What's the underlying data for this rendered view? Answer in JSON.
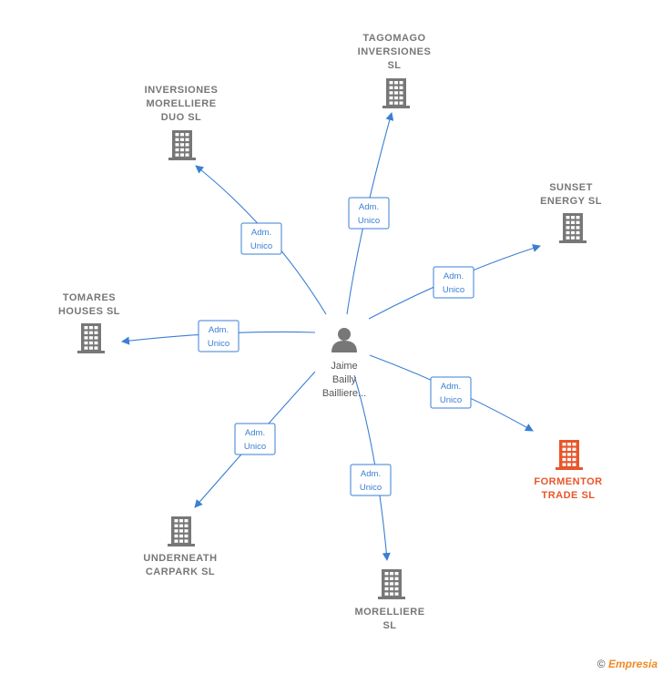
{
  "center": {
    "name_lines": [
      "Jaime",
      "Bailly",
      "Bailliere..."
    ],
    "icon": "person-icon"
  },
  "nodes": [
    {
      "id": "tagomago",
      "label_lines": [
        "TAGOMAGO",
        "INVERSIONES",
        "SL"
      ],
      "icon": "building-icon",
      "highlight": false,
      "edge_label": [
        "Adm.",
        "Unico"
      ]
    },
    {
      "id": "inversiones-morelliere-duo",
      "label_lines": [
        "INVERSIONES",
        "MORELLIERE",
        "DUO  SL"
      ],
      "icon": "building-icon",
      "highlight": false,
      "edge_label": [
        "Adm.",
        "Unico"
      ]
    },
    {
      "id": "sunset-energy",
      "label_lines": [
        "SUNSET",
        "ENERGY  SL"
      ],
      "icon": "building-icon",
      "highlight": false,
      "edge_label": [
        "Adm.",
        "Unico"
      ]
    },
    {
      "id": "tomares-houses",
      "label_lines": [
        "TOMARES",
        "HOUSES  SL"
      ],
      "icon": "building-icon",
      "highlight": false,
      "edge_label": [
        "Adm.",
        "Unico"
      ]
    },
    {
      "id": "formentor-trade",
      "label_lines": [
        "FORMENTOR",
        "TRADE  SL"
      ],
      "icon": "building-icon",
      "highlight": true,
      "edge_label": [
        "Adm.",
        "Unico"
      ]
    },
    {
      "id": "underneath-carpark",
      "label_lines": [
        "UNDERNEATH",
        "CARPARK  SL"
      ],
      "icon": "building-icon",
      "highlight": false,
      "edge_label": [
        "Adm.",
        "Unico"
      ]
    },
    {
      "id": "morelliere",
      "label_lines": [
        "MORELLIERE",
        "SL"
      ],
      "icon": "building-icon",
      "highlight": false,
      "edge_label": [
        "Adm.",
        "Unico"
      ]
    }
  ],
  "colors": {
    "edge": "#3a7fd4",
    "building": "#777777",
    "highlight": "#e8562a",
    "person": "#777777"
  },
  "footer": {
    "copyright": "©",
    "brand": "Empresia"
  }
}
